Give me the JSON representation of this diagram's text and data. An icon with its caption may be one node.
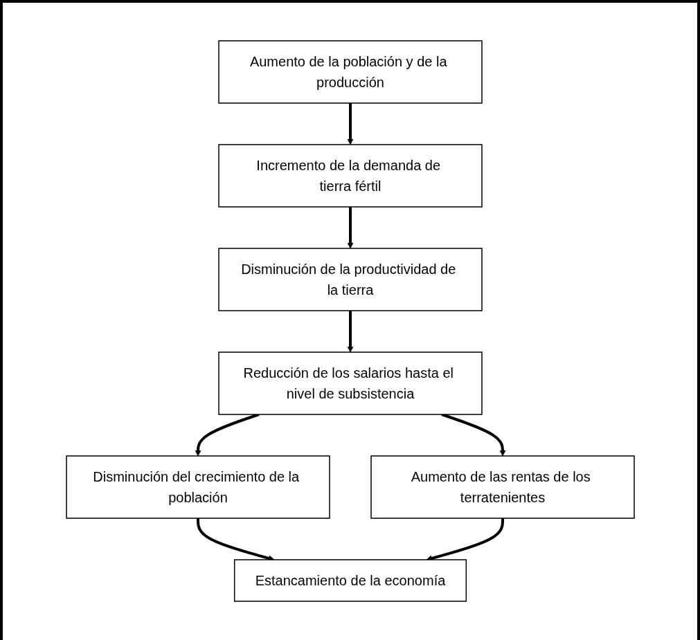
{
  "diagram": {
    "nodes": [
      {
        "text": [
          "Aumento de la población y de la producción"
        ]
      },
      {
        "text": [
          "Incremento de la demanda de tierra fértil"
        ]
      },
      {
        "text": [
          "Disminución de la productividad de la tierra"
        ]
      },
      {
        "text": [
          "Reducción de los salarios hasta el nivel de subsistencia"
        ]
      },
      {
        "text": [
          "Disminución del crecimiento de la población"
        ]
      },
      {
        "text": [
          "Aumento de las rentas de los terratenientes"
        ]
      },
      {
        "text": [
          "Estancamiento de la economía"
        ]
      }
    ],
    "edges": [
      {
        "from": 0,
        "to": 1,
        "arrow": "to"
      },
      {
        "from": 1,
        "to": 2,
        "arrow": "to"
      },
      {
        "from": 2,
        "to": 3,
        "arrow": "to"
      },
      {
        "from": 3,
        "to": 4,
        "arrow": "to"
      },
      {
        "from": 3,
        "to": 5,
        "arrow": "to"
      },
      {
        "from": 4,
        "to": 6,
        "arrow": "to"
      },
      {
        "from": 5,
        "to": 6,
        "arrow": "to"
      }
    ]
  }
}
